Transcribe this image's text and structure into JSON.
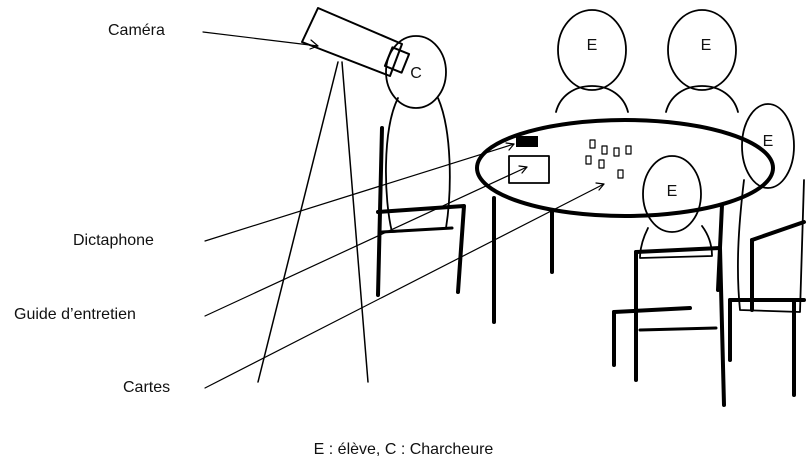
{
  "labels": {
    "camera": "Caméra",
    "dictaphone": "Dictaphone",
    "guide": "Guide d’entretien",
    "cartes": "Cartes"
  },
  "roles": {
    "student": "E",
    "researcher": "C"
  },
  "caption": "E : élève, C : Charcheure"
}
